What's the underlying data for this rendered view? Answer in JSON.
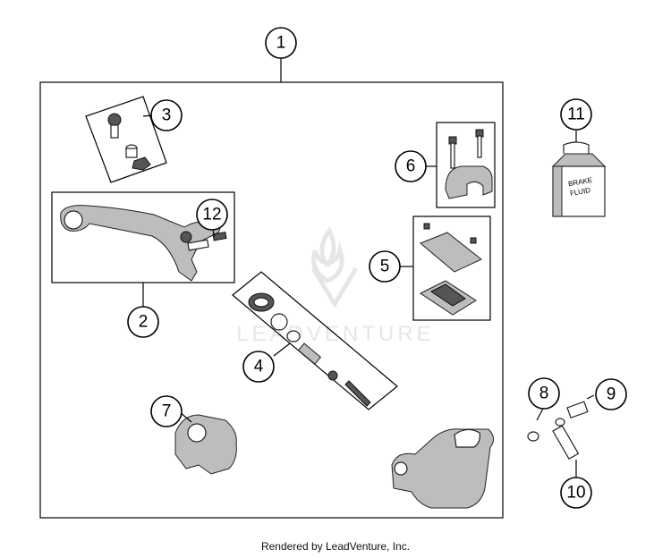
{
  "callouts": [
    {
      "label": "1"
    },
    {
      "label": "2"
    },
    {
      "label": "3"
    },
    {
      "label": "4"
    },
    {
      "label": "5"
    },
    {
      "label": "6"
    },
    {
      "label": "7"
    },
    {
      "label": "8"
    },
    {
      "label": "9"
    },
    {
      "label": "10"
    },
    {
      "label": "11"
    },
    {
      "label": "12"
    }
  ],
  "bottle": {
    "line1": "BRAKE",
    "line2": "FLUID"
  },
  "watermark": {
    "text": "LEADVENTURE"
  },
  "footer": {
    "text": "Rendered by LeadVenture, Inc."
  }
}
